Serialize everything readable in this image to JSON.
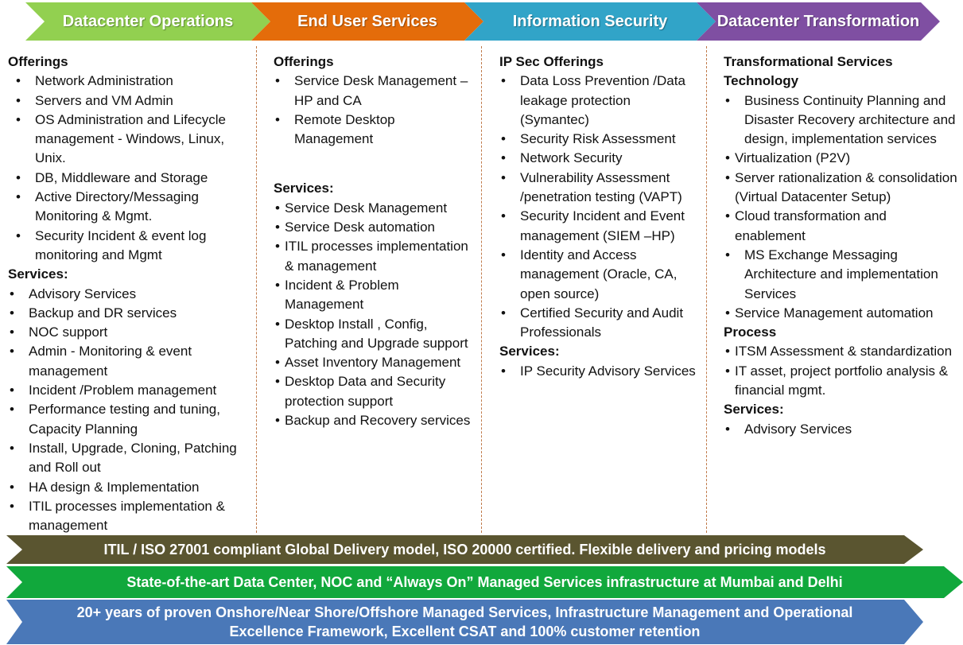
{
  "header": {
    "chevrons": [
      {
        "label": "Datacenter Operations",
        "color": "#92d050"
      },
      {
        "label": "End User Services",
        "color": "#e46c0a"
      },
      {
        "label": "Information Security",
        "color": "#31a4c8"
      },
      {
        "label": "Datacenter Transformation",
        "color": "#7f4fa2"
      }
    ]
  },
  "columns": [
    {
      "blocks": [
        {
          "heading": "Offerings",
          "style": "sub",
          "items": [
            "Network Administration",
            "Servers and VM Admin",
            "OS Administration and Lifecycle management  - Windows, Linux, Unix.",
            "DB, Middleware and Storage",
            "Active Directory/Messaging Monitoring & Mgmt.",
            "Security Incident & event log monitoring and Mgmt"
          ]
        },
        {
          "heading": "Services:",
          "style": "",
          "items": [
            "Advisory Services",
            "Backup and DR services",
            "NOC support",
            "Admin - Monitoring & event management",
            "Incident /Problem management",
            "Performance  testing and tuning, Capacity Planning",
            "Install,  Upgrade, Cloning, Patching and Roll out",
            "HA design &  Implementation",
            "ITIL  processes implementation & management"
          ]
        }
      ]
    },
    {
      "blocks": [
        {
          "heading": "Offerings",
          "style": "",
          "items": [
            "Service Desk Management – HP and CA",
            "Remote Desktop Management"
          ]
        },
        {
          "heading": "Services:",
          "style": "tight",
          "items": [
            "Service Desk Management",
            "Service Desk automation",
            "ITIL  processes implementation & management",
            "Incident & Problem Management",
            "Desktop Install , Config, Patching and Upgrade support",
            "Asset Inventory Management",
            "Desktop Data and Security protection support",
            "Backup and Recovery services"
          ]
        }
      ]
    },
    {
      "blocks": [
        {
          "heading": "IP Sec Offerings",
          "style": "",
          "items": [
            "Data Loss Prevention /Data leakage protection (Symantec)",
            "Security Risk Assessment",
            "Network Security",
            "Vulnerability Assessment /penetration testing (VAPT)",
            "Security Incident and Event management (SIEM –HP)",
            "Identity  and Access management (Oracle, CA, open source)",
            "Certified Security and Audit Professionals"
          ]
        },
        {
          "heading": "Services:",
          "style": "",
          "items": [
            "IP Security Advisory Services"
          ]
        }
      ]
    },
    {
      "blocks": [
        {
          "heading": "Transformational Services",
          "style": "",
          "items": []
        },
        {
          "heading": "Technology",
          "style": "",
          "items": [
            "Business Continuity Planning and Disaster Recovery architecture and design, implementation services"
          ]
        },
        {
          "heading": "",
          "style": "tight",
          "items": [
            "Virtualization (P2V)",
            "Server rationalization & consolidation (Virtual Datacenter Setup)",
            "Cloud  transformation and enablement"
          ]
        },
        {
          "heading": "",
          "style": "",
          "items": [
            "MS Exchange Messaging Architecture and implementation Services"
          ]
        },
        {
          "heading": "",
          "style": "tight",
          "items": [
            "Service Management automation"
          ]
        },
        {
          "heading": "Process",
          "style": "tight",
          "items": [
            "ITSM Assessment  & standardization",
            "IT asset, project portfolio analysis & financial mgmt."
          ]
        },
        {
          "heading": "Services:",
          "style": "",
          "items": [
            "Advisory Services"
          ]
        }
      ]
    }
  ],
  "banners": [
    {
      "text": "ITIL / ISO 27001 compliant Global Delivery model, ISO 20000 certified.  Flexible delivery and pricing models",
      "color": "#5a5530"
    },
    {
      "text": "State-of-the-art Data Center, NOC and “Always On” Managed Services infrastructure at Mumbai and Delhi",
      "color": "#11a83c"
    },
    {
      "text": "20+ years of proven Onshore/Near Shore/Offshore Managed Services, Infrastructure Management and Operational Excellence  Framework,  Excellent CSAT and 100% customer retention",
      "color": "#4a78b8"
    }
  ],
  "bullet_glyph": "•"
}
